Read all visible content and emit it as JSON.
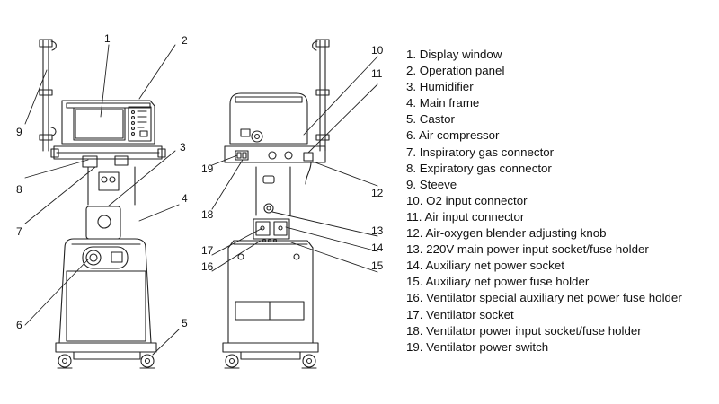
{
  "callouts": {
    "c1": "1",
    "c2": "2",
    "c3": "3",
    "c4": "4",
    "c5": "5",
    "c6": "6",
    "c7": "7",
    "c8": "8",
    "c9": "9",
    "c10": "10",
    "c11": "11",
    "c12": "12",
    "c13": "13",
    "c14": "14",
    "c15": "15",
    "c16": "16",
    "c17": "17",
    "c18": "18",
    "c19": "19"
  },
  "legend": [
    "1. Display window",
    "2. Operation panel",
    "3. Humidifier",
    "4. Main frame",
    "5. Castor",
    "6. Air compressor",
    "7. Inspiratory gas connector",
    "8. Expiratory gas connector",
    "9. Steeve",
    "10. O2 input connector",
    "11. Air input connector",
    "12. Air-oxygen blender adjusting knob",
    "13. 220V main power input socket/fuse holder",
    "14. Auxiliary net power socket",
    "15. Auxiliary net power fuse holder",
    "16. Ventilator special auxiliary net power fuse holder",
    "17. Ventilator socket",
    "18. Ventilator power input socket/fuse holder",
    "19. Ventilator power switch"
  ]
}
